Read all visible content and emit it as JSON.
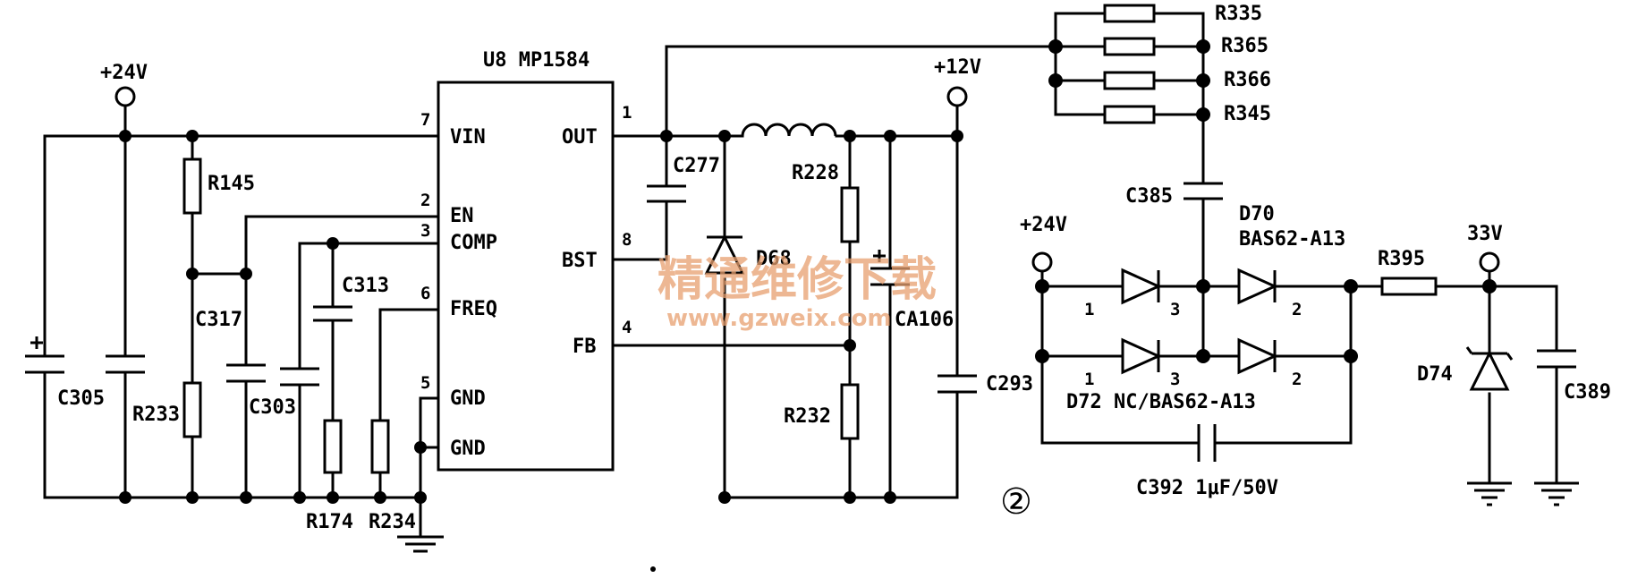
{
  "chip": {
    "title": "U8 MP1584",
    "pins": {
      "vin": "VIN",
      "en": "EN",
      "comp": "COMP",
      "freq": "FREQ",
      "gnd1": "GND",
      "gnd2": "GND",
      "out": "OUT",
      "bst": "BST",
      "fb": "FB"
    },
    "pin_numbers": {
      "vin": "7",
      "en": "2",
      "comp": "3",
      "freq": "6",
      "gnd1": "5",
      "out": "1",
      "bst": "8",
      "fb": "4"
    }
  },
  "rails": {
    "in24": "+24V",
    "out12": "+12V",
    "in24b": "+24V",
    "out33": "33V"
  },
  "parts": {
    "c305": "C305",
    "r233": "R233",
    "r145": "R145",
    "c317": "C317",
    "c303": "C303",
    "c313": "C313",
    "r174": "R174",
    "r234": "R234",
    "c277": "C277",
    "d68": "D68",
    "r228": "R228",
    "ca106": "CA106",
    "r232": "R232",
    "c293": "C293",
    "r335": "R335",
    "r365": "R365",
    "r366": "R366",
    "r345": "R345",
    "c385": "C385",
    "d70": "D70",
    "d70_type": "BAS62-A13",
    "d72": "D72 NC/BAS62-A13",
    "c392": "C392 1μF/50V",
    "r395": "R395",
    "d74": "D74",
    "c389": "C389"
  },
  "diode_pins": {
    "d70_1": "1",
    "d70_3": "3",
    "d70_2": "2",
    "d72_1": "1",
    "d72_3": "3",
    "d72_2": "2"
  },
  "marker": "②",
  "watermark": {
    "cn": "精通维修下载",
    "url": "www.gzweix.com"
  }
}
